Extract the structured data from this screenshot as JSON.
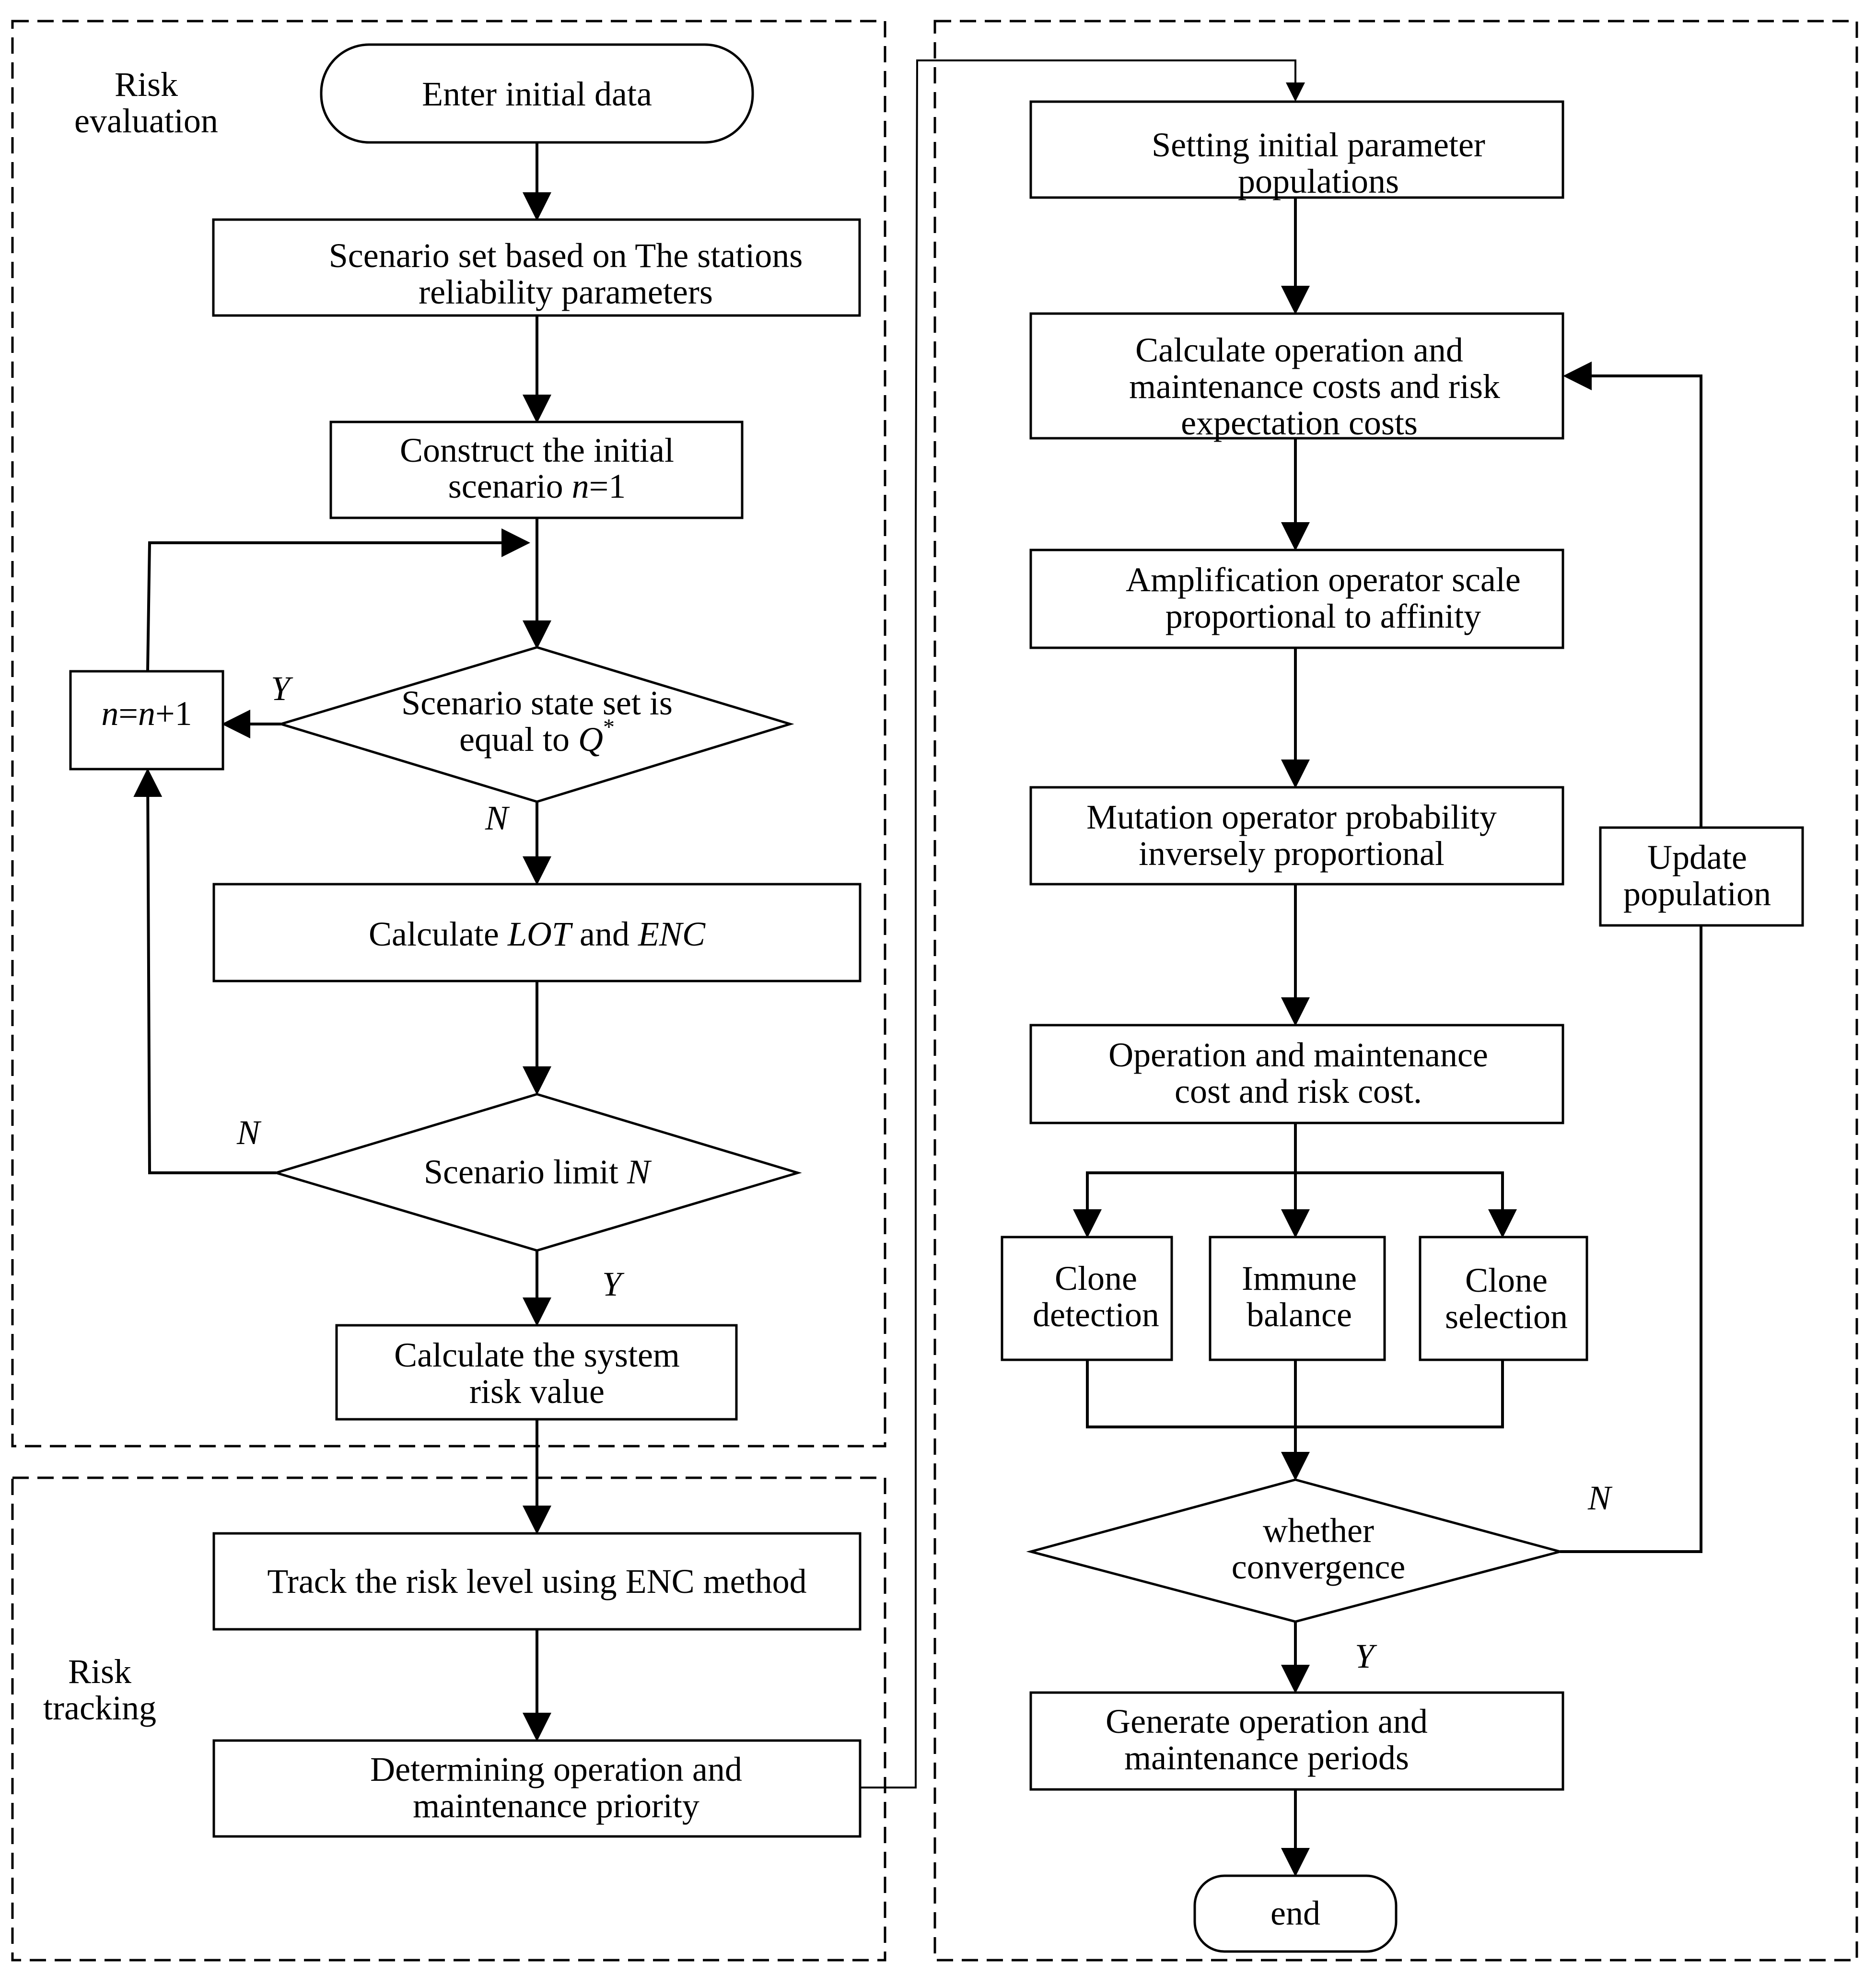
{
  "regions": {
    "risk_evaluation": {
      "line1": "Risk",
      "line2": "evaluation"
    },
    "risk_tracking": {
      "line1": "Risk",
      "line2": "tracking"
    }
  },
  "nodes": {
    "start": "Enter initial data",
    "scenario_set": {
      "line1": "Scenario set based on The stations",
      "line2": "reliability parameters"
    },
    "construct": {
      "line1": "Construct the initial",
      "line2_text": "scenario ",
      "line2_var": "n",
      "line2_tail": "=1"
    },
    "increment": {
      "var1": "n",
      "eq": "=",
      "var2": "n",
      "tail": "+1"
    },
    "state_decision": {
      "line1": "Scenario state set is",
      "line2_text": "equal to ",
      "line2_var": "Q",
      "line2_sup": "*"
    },
    "calc_lot_enc": {
      "prefix": "Calculate ",
      "var1": "LOT",
      "mid": " and ",
      "var2": "ENC"
    },
    "limit_decision": {
      "text": "Scenario limit ",
      "var": "N"
    },
    "system_risk": {
      "line1": "Calculate the system",
      "line2": "risk value"
    },
    "track": "Track the risk level using ENC method",
    "priority": {
      "line1": "Determining operation and",
      "line2": "maintenance priority"
    },
    "init_params": {
      "line1": "Setting initial parameter",
      "line2": "populations"
    },
    "calc_costs": {
      "line1": "Calculate operation and",
      "line2": "maintenance costs and risk",
      "line3": "expectation costs"
    },
    "amplification": {
      "line1": "Amplification operator scale",
      "line2": "proportional to affinity"
    },
    "mutation": {
      "line1": "Mutation operator probability",
      "line2": "inversely proportional"
    },
    "om_cost": {
      "line1": "Operation and maintenance",
      "line2": "cost and risk cost."
    },
    "clone_detection": {
      "line1": "Clone",
      "line2": "detection"
    },
    "immune_balance": {
      "line1": "Immune",
      "line2": "balance"
    },
    "clone_selection": {
      "line1": "Clone",
      "line2": "selection"
    },
    "convergence": {
      "line1": "whether",
      "line2": "convergence"
    },
    "update_population": {
      "line1": "Update",
      "line2": "population"
    },
    "generate_periods": {
      "line1": "Generate operation and",
      "line2": "maintenance periods"
    },
    "end": "end"
  },
  "edge_labels": {
    "state_yes": "Y",
    "state_no": "N",
    "limit_no": "N",
    "limit_yes": "Y",
    "conv_no": "N",
    "conv_yes": "Y"
  }
}
